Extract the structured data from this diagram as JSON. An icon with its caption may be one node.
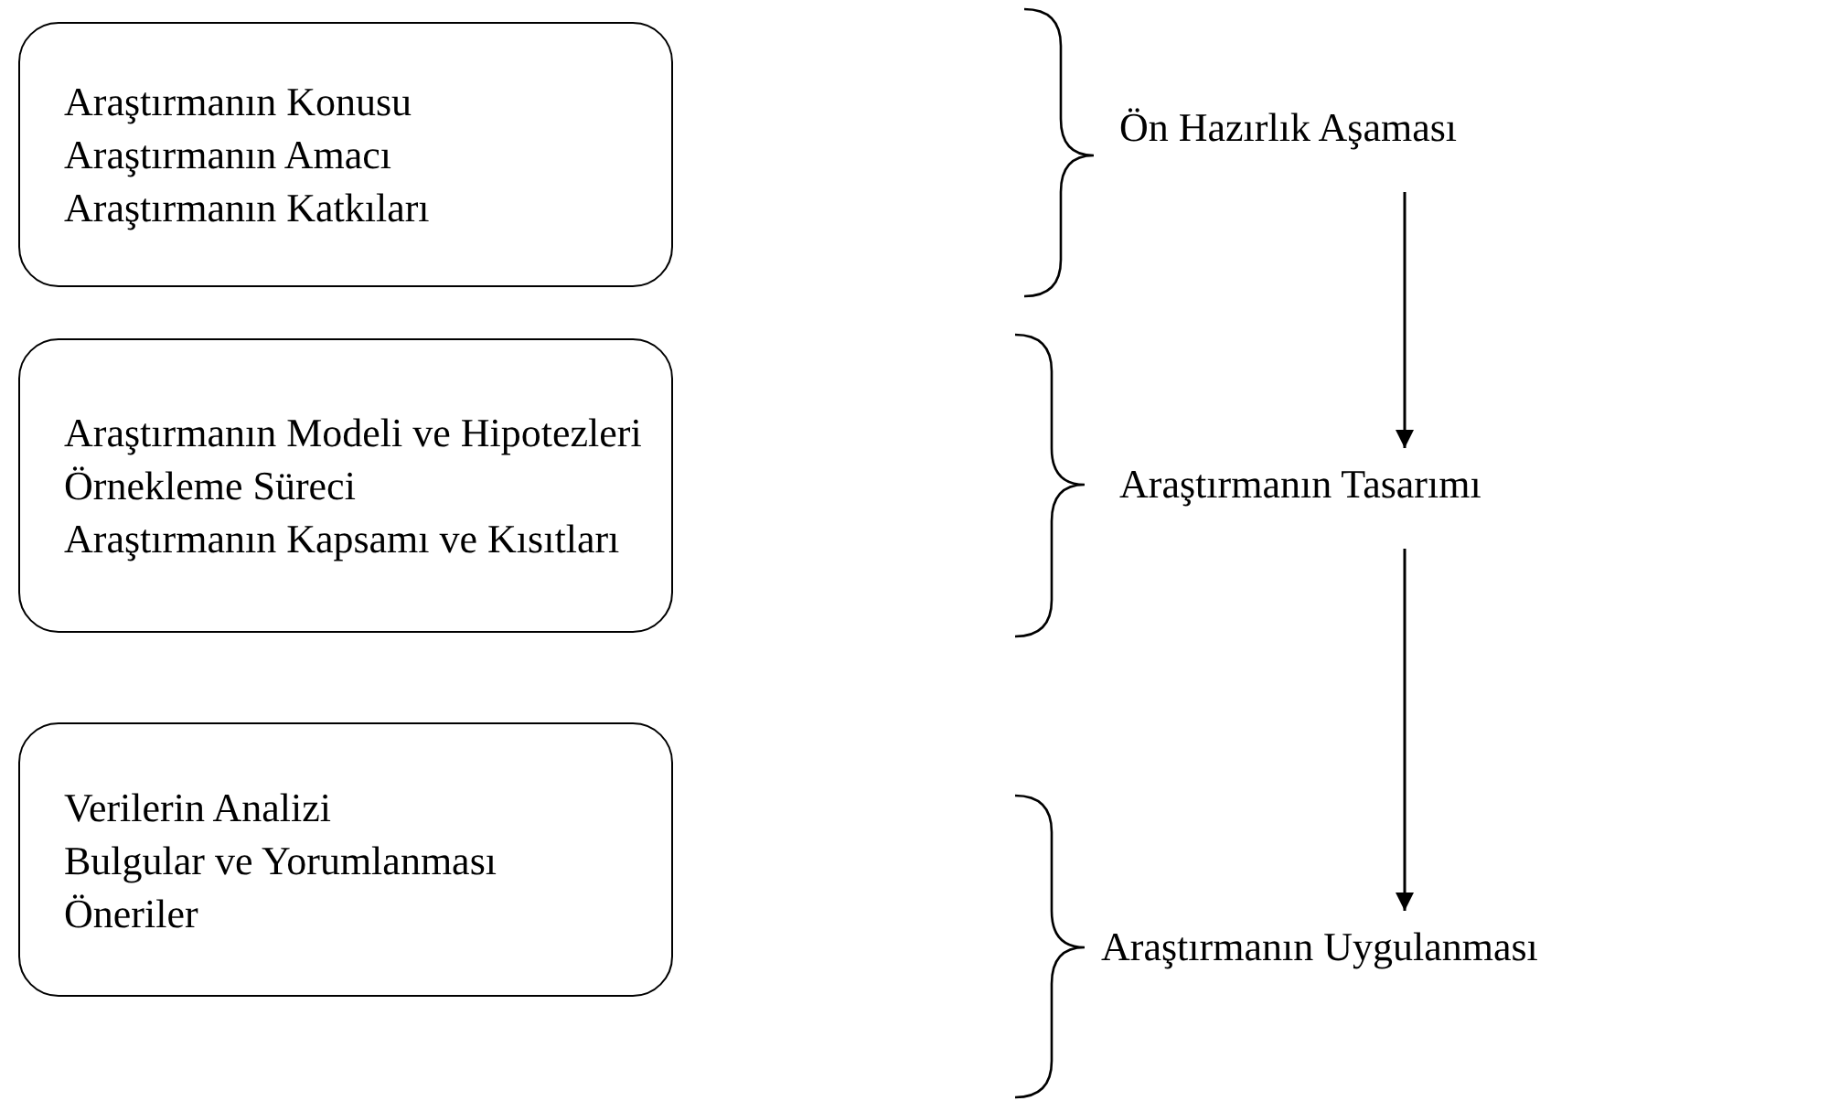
{
  "diagram": {
    "nodes": [
      {
        "text": [
          "Araştırmanın Konusu",
          "Araştırmanın Amacı",
          "Araştırmanın Katkıları"
        ]
      },
      {
        "text": [
          "Araştırmanın Modeli ve Hipotezleri",
          "Örnekleme Süreci",
          "Araştırmanın Kapsamı ve Kısıtları"
        ]
      },
      {
        "text": [
          "Verilerin Analizi",
          "Bulgular ve Yorumlanması",
          "Öneriler"
        ]
      },
      {
        "text": [
          "Ön Hazırlık Aşaması"
        ]
      },
      {
        "text": [
          "Araştırmanın Tasarımı"
        ]
      },
      {
        "text": [
          "Araştırmanın Uygulanması"
        ]
      }
    ],
    "edges": [
      {
        "from": 3,
        "to": 4,
        "arrow": "to"
      },
      {
        "from": 4,
        "to": 5,
        "arrow": "to"
      }
    ]
  }
}
